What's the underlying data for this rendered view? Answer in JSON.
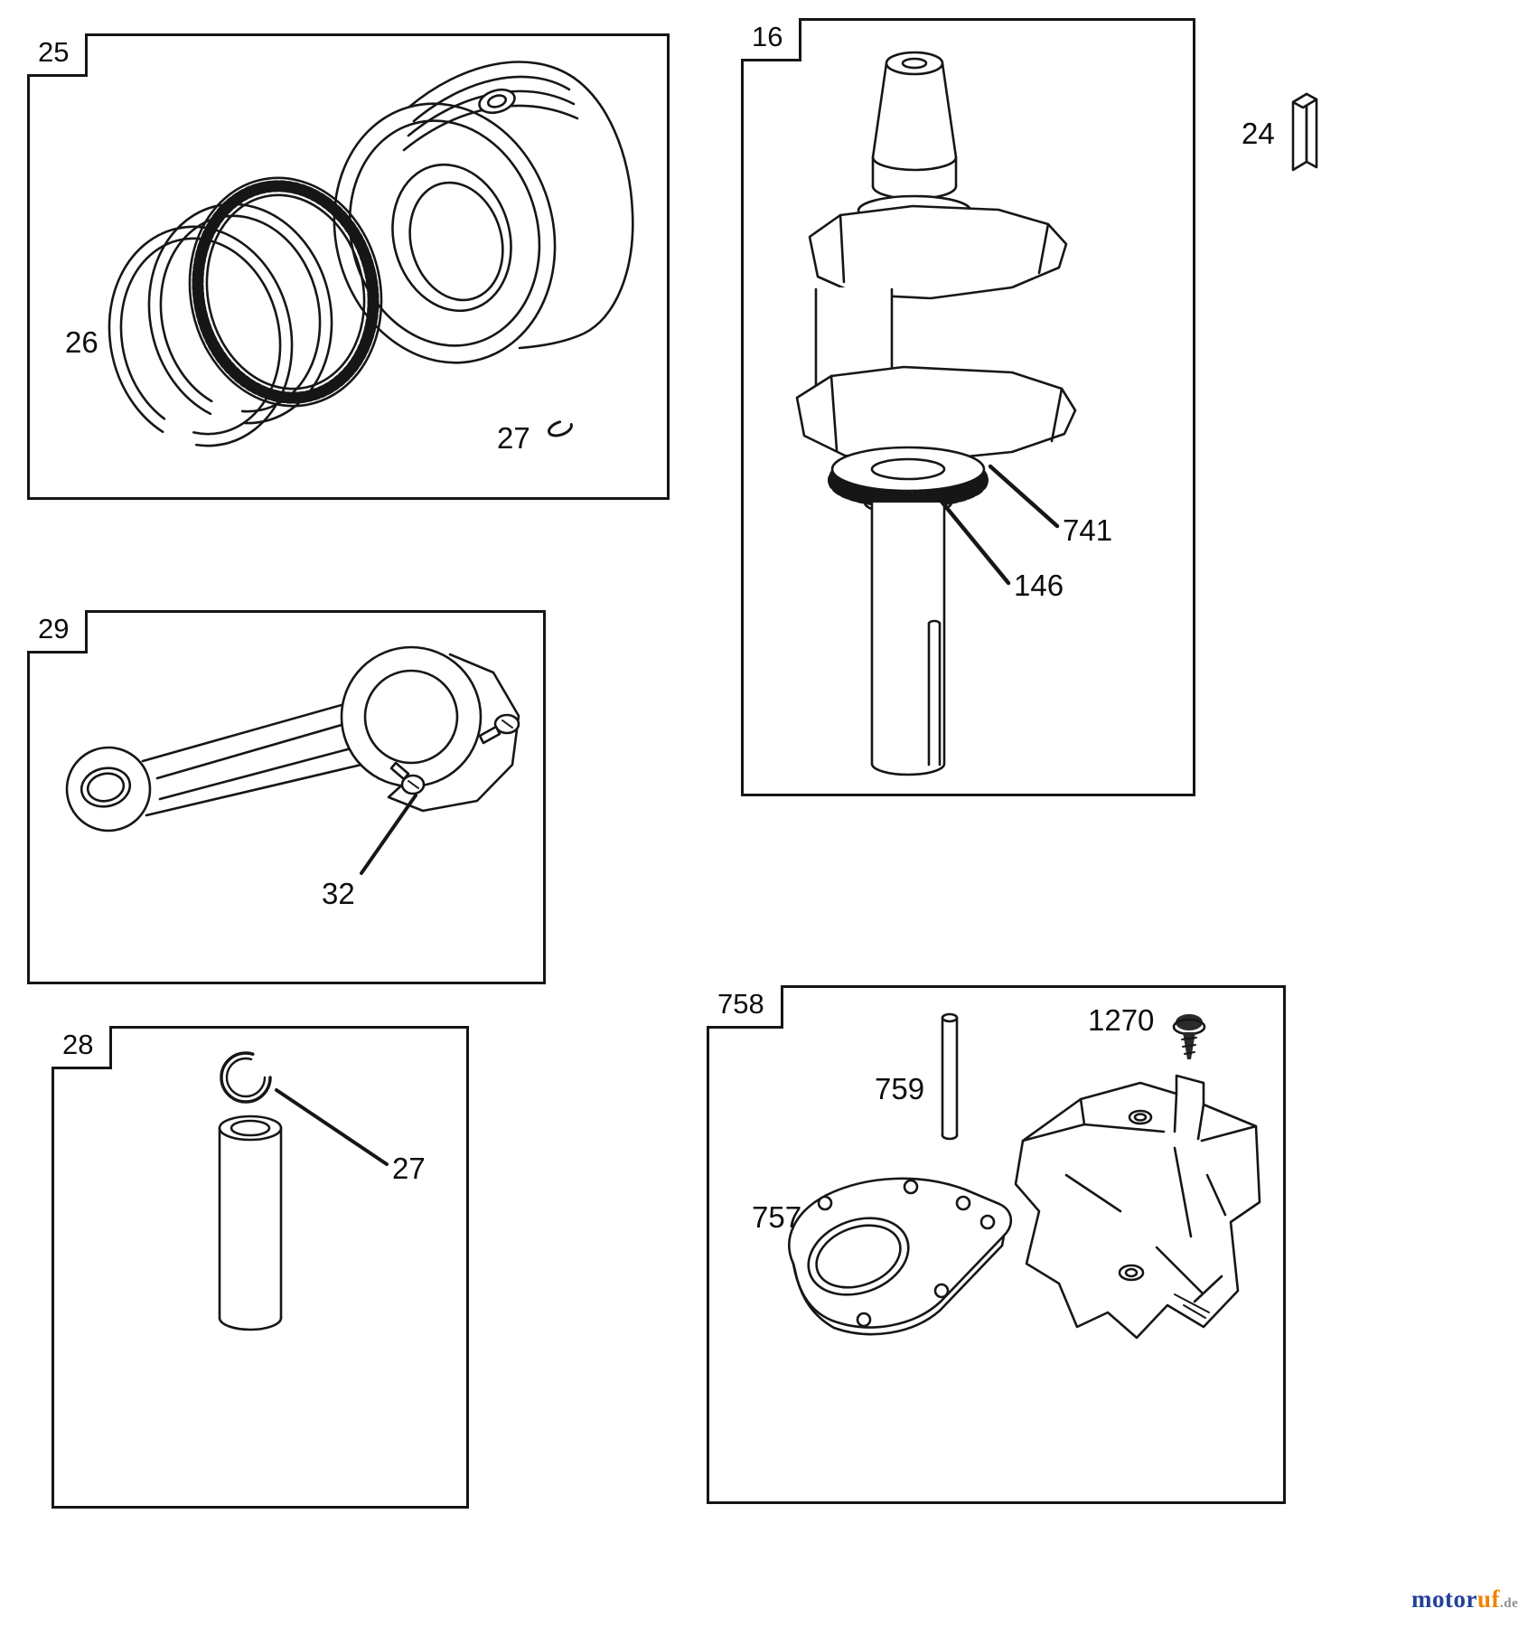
{
  "panels": {
    "piston_assembly": {
      "box_label": "25"
    },
    "crankshaft": {
      "box_label": "16"
    },
    "connecting_rod": {
      "box_label": "29"
    },
    "piston_pin": {
      "box_label": "28"
    },
    "oil_sump": {
      "box_label": "758"
    }
  },
  "part_labels": {
    "piston_rings": "26",
    "ring_retainer_clip": "27",
    "crankshaft_key": "24",
    "timing_gear": "741",
    "gear_key": "146",
    "rod_bolt": "32",
    "pin_retainer_clip": "27",
    "dipstick_tube": "759",
    "screw": "1270",
    "gasket": "757"
  },
  "watermark": {
    "motor": "motor",
    "uf": "uf",
    "de": ".de"
  }
}
